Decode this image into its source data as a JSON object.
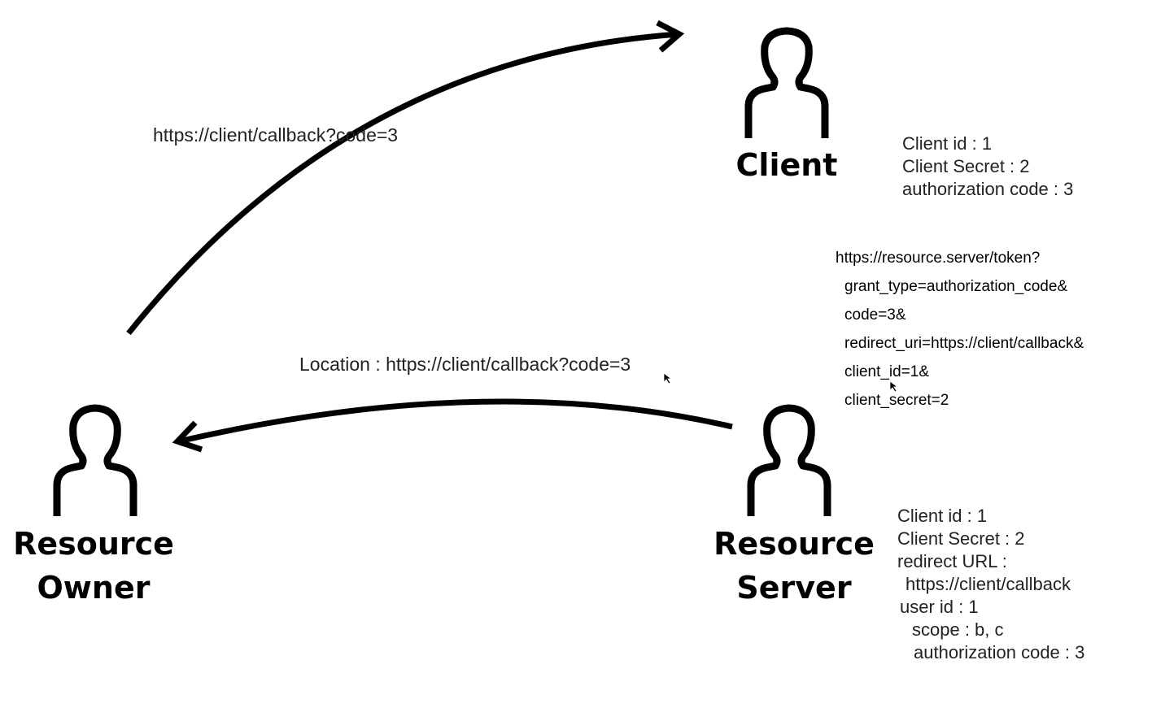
{
  "actors": {
    "client": {
      "name": "Client"
    },
    "resource_owner": {
      "name_line1": "Resource",
      "name_line2": "Owner"
    },
    "resource_server": {
      "name_line1": "Resource",
      "name_line2": "Server"
    }
  },
  "client_info": [
    "Client id : 1",
    "Client Secret : 2",
    "authorization code : 3"
  ],
  "server_info": [
    "Client id : 1",
    "Client Secret : 2",
    "redirect URL :",
    "https://client/callback",
    "user id : 1",
    "scope : b, c",
    "authorization code : 3"
  ],
  "token_request": [
    "https://resource.server/token?",
    "grant_type=authorization_code&",
    "code=3&",
    "redirect_uri=https://client/callback&",
    "client_id=1&",
    "client_secret=2"
  ],
  "arrows": {
    "owner_to_client": "https://client/callback?code=3",
    "server_to_owner": "Location : https://client/callback?code=3"
  },
  "colors": {
    "stroke": "#000000",
    "text": "#222222",
    "background": "#ffffff"
  }
}
